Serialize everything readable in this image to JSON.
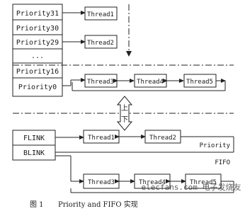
{
  "priority_levels": [
    "Priority31",
    "Priority30",
    "Priority29",
    "...",
    "Priority16",
    "Priority0"
  ],
  "top_threads": {
    "priority31": [
      "Thread1"
    ],
    "priority29": [
      "Thread2"
    ],
    "priority0": [
      "Thread3",
      "Thread4",
      "Thread5"
    ]
  },
  "transition_label": [
    "上",
    "下"
  ],
  "list_heads": [
    "FLINK",
    "BLINK"
  ],
  "fifo_threads": [
    "Thread1",
    "Thread2"
  ],
  "bottom_threads": [
    "Thread3",
    "Thread4",
    "Thread5"
  ],
  "labels": {
    "priority": "Priority",
    "fifo": "FIFO"
  },
  "caption": {
    "figure_no": "图 1",
    "text": "Priority and FIFO 实现"
  },
  "watermark": "elecfans.com 电子发烧友"
}
